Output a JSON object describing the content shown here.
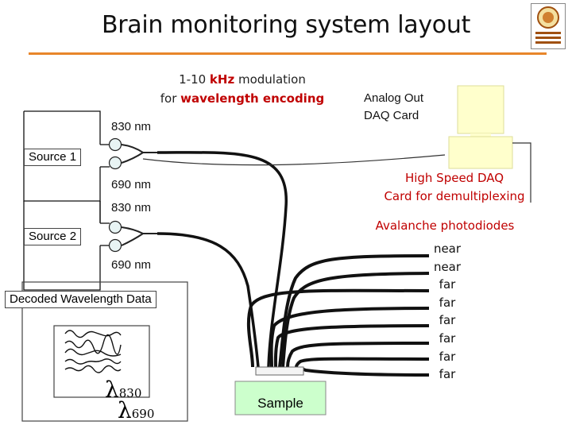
{
  "title": "Brain monitoring system layout",
  "modulation": {
    "prefix": "1-10 ",
    "khz": "kHz",
    "suffix": " modulation",
    "for": "for ",
    "encoding": "wavelength encoding"
  },
  "wavelengths": {
    "s1_830": "830 nm",
    "s1_690": "690 nm",
    "s2_830": "830 nm",
    "s2_690": "690 nm"
  },
  "sources": {
    "source1": "Source 1",
    "source2": "Source 2"
  },
  "daq": {
    "analog_line1": "Analog Out",
    "analog_line2": "DAQ Card",
    "highspeed_line1": "High Speed DAQ",
    "highspeed_line2": "Card for demultiplexing"
  },
  "apd_title": "Avalanche photodiodes",
  "detectors": [
    "near",
    "near",
    "far",
    "far",
    "far",
    "far",
    "far",
    "far"
  ],
  "decoded": {
    "label": "Decoded Wavelength Data",
    "lambda": "λ",
    "l830": "830",
    "l690": "690"
  },
  "sample_label": "Sample",
  "colors": {
    "rule": "#e8862a",
    "highlight": "#c00000",
    "computer": "#ffffcc",
    "sample": "#ccffcc",
    "led": "#e8f4f4"
  }
}
